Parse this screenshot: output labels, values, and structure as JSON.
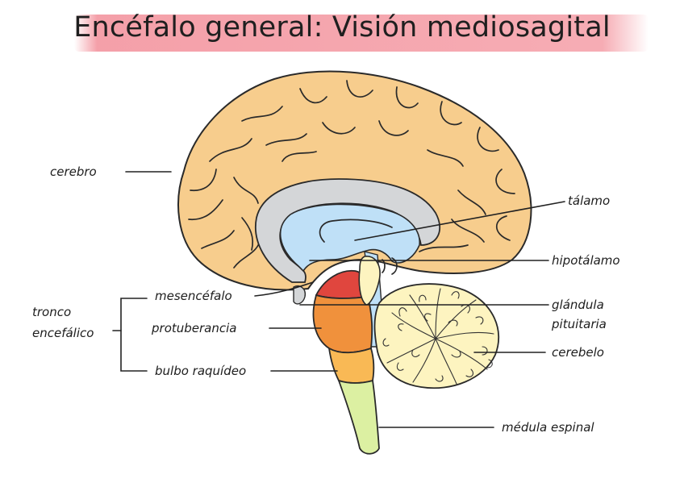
{
  "title": "Encéfalo general: Visión mediosagital",
  "labels": {
    "cerebro": "cerebro",
    "talamo": "tálamo",
    "hipotalamo": "hipotálamo",
    "mesencefalo": "mesencéfalo",
    "tronco_line1": "tronco",
    "tronco_line2": "encefálico",
    "protuberancia": "protuberancia",
    "glandula_line1": "glándula",
    "glandula_line2": "pituitaria",
    "cerebelo": "cerebelo",
    "bulbo": "bulbo raquídeo",
    "medula": "médula espinal"
  },
  "colors": {
    "title_highlight": "#f1808c",
    "cerebro": "#f7cd8d",
    "corpus_callosum": "#d4d6d8",
    "talamo_ventricle": "#bfe0f7",
    "mesencefalo": "#e0463e",
    "protuberancia": "#f0913c",
    "bulbo": "#f9b955",
    "medula": "#dcf0a2",
    "cerebelo": "#fdf4c0",
    "pituitaria": "#fdf4c0"
  }
}
